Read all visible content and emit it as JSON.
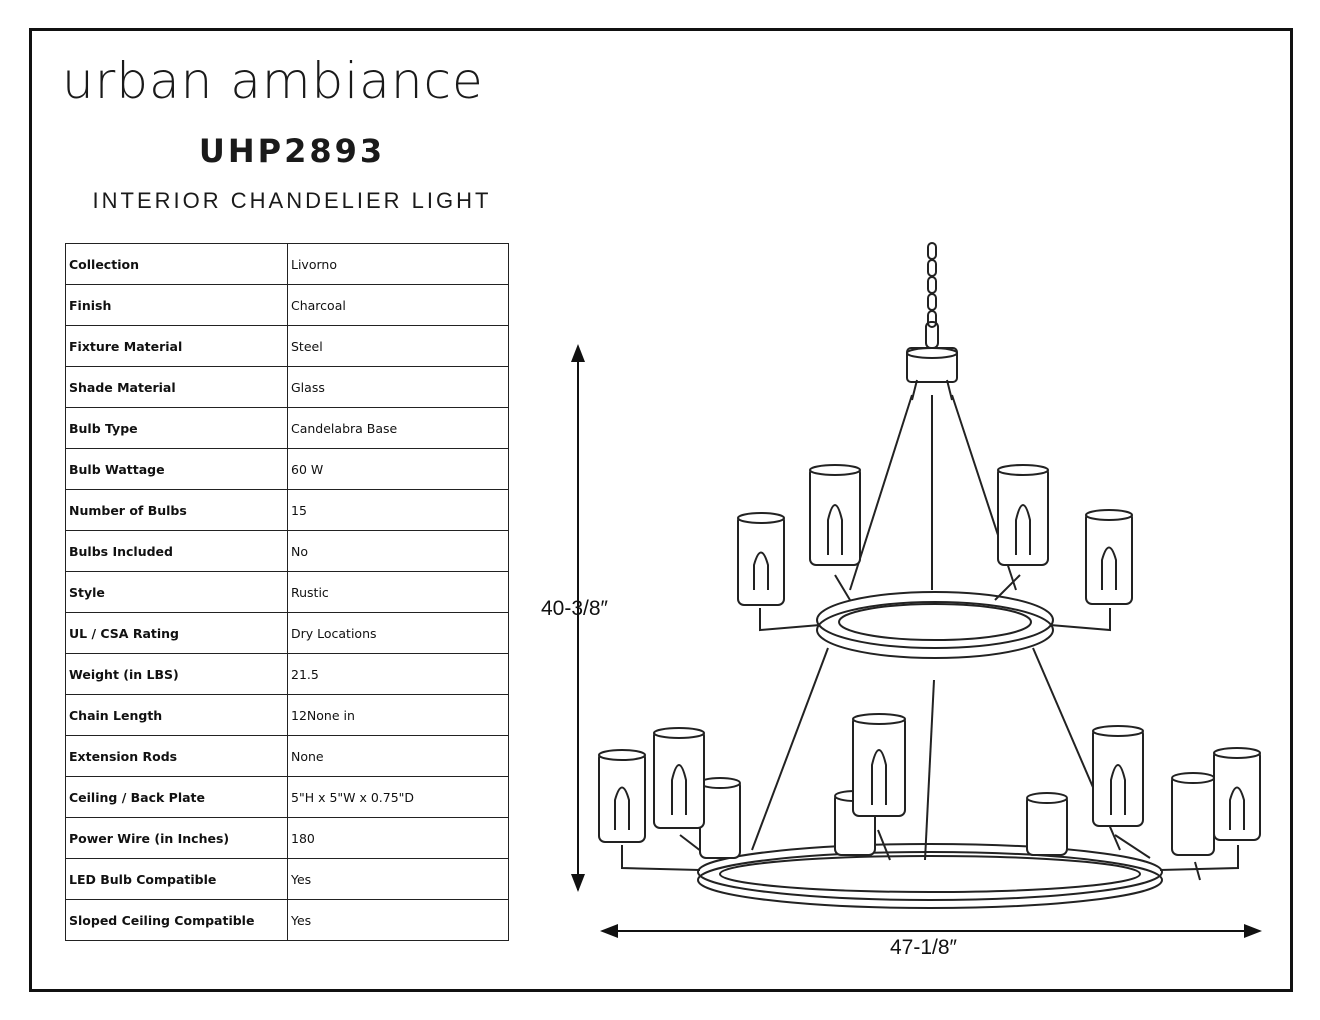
{
  "brand": "urban ambiance",
  "model": "UHP2893",
  "subtitle": "INTERIOR CHANDELIER LIGHT",
  "specs": [
    {
      "label": "Collection",
      "value": "Livorno"
    },
    {
      "label": "Finish",
      "value": "Charcoal"
    },
    {
      "label": "Fixture Material",
      "value": "Steel"
    },
    {
      "label": "Shade Material",
      "value": "Glass"
    },
    {
      "label": "Bulb Type",
      "value": "Candelabra Base"
    },
    {
      "label": "Bulb Wattage",
      "value": "60 W"
    },
    {
      "label": "Number of Bulbs",
      "value": "15"
    },
    {
      "label": "Bulbs Included",
      "value": "No"
    },
    {
      "label": "Style",
      "value": "Rustic"
    },
    {
      "label": "UL / CSA Rating",
      "value": "Dry Locations"
    },
    {
      "label": "Weight (in LBS)",
      "value": "21.5"
    },
    {
      "label": "Chain Length",
      "value": "12None in"
    },
    {
      "label": "Extension Rods",
      "value": "None"
    },
    {
      "label": "Ceiling / Back Plate",
      "value": "5\"H x 5\"W x 0.75\"D"
    },
    {
      "label": "Power Wire (in Inches)",
      "value": "180"
    },
    {
      "label": "LED Bulb Compatible",
      "value": "Yes"
    },
    {
      "label": "Sloped Ceiling Compatible",
      "value": "Yes"
    }
  ],
  "dimensions": {
    "height": "40-3/8″",
    "width": "47-1/8″"
  }
}
